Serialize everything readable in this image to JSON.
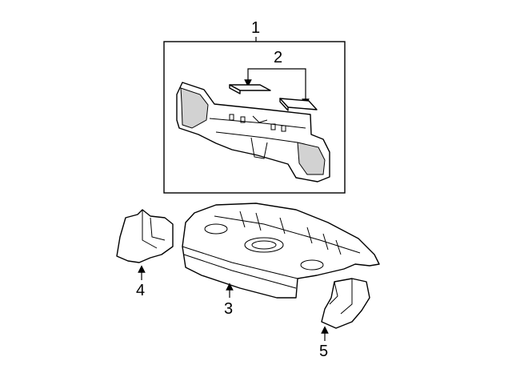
{
  "callouts": {
    "c1": "1",
    "c2": "2",
    "c3": "3",
    "c4": "4",
    "c5": "5"
  },
  "parts": [
    {
      "id": "1",
      "name": "rear-body-panel-assembly"
    },
    {
      "id": "2",
      "name": "reinforcement-strips"
    },
    {
      "id": "3",
      "name": "package-tray"
    },
    {
      "id": "4",
      "name": "left-side-bracket"
    },
    {
      "id": "5",
      "name": "right-side-bracket"
    }
  ],
  "colors": {
    "line": "#000000",
    "background": "#ffffff",
    "shade": "#d2d2d2"
  }
}
